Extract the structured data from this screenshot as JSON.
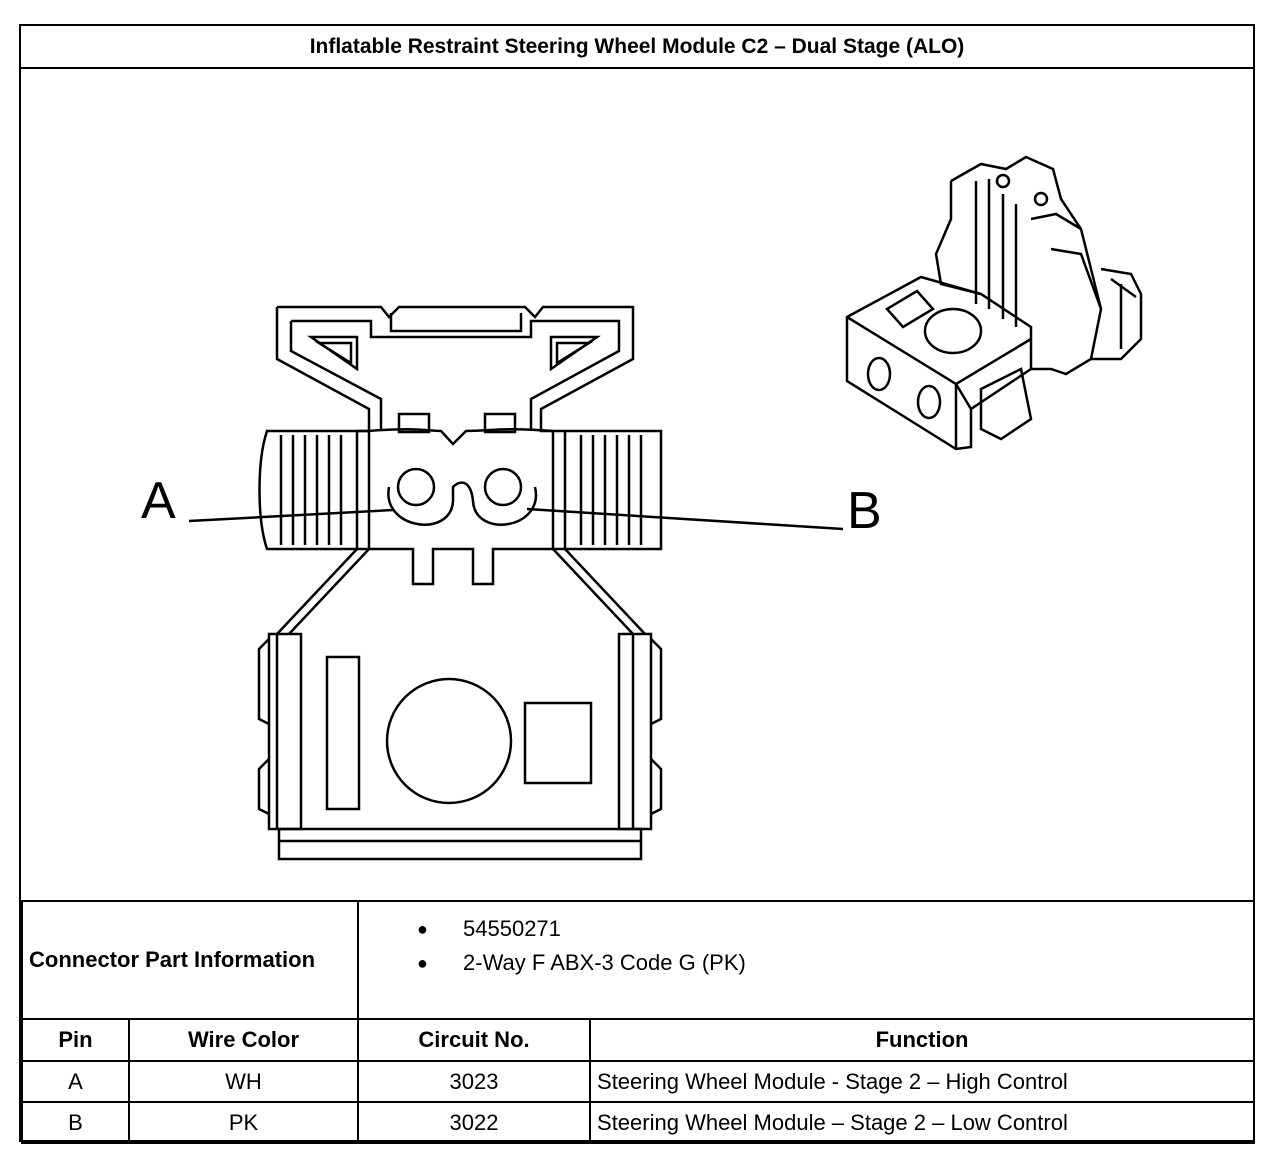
{
  "title": "Inflatable Restraint Steering Wheel Module C2 – Dual Stage (ALO)",
  "pins": {
    "a": "A",
    "b": "B"
  },
  "connector_info": {
    "label": "Connector Part Information",
    "items": [
      "54550271",
      "2-Way F ABX-3 Code G (PK)"
    ]
  },
  "table": {
    "headers": [
      "Pin",
      "Wire Color",
      "Circuit No.",
      "Function"
    ],
    "rows": [
      {
        "pin": "A",
        "wire_color": "WH",
        "circuit": "3023",
        "function": "Steering Wheel Module - Stage 2 – High Control"
      },
      {
        "pin": "B",
        "wire_color": "PK",
        "circuit": "3022",
        "function": "Steering Wheel Module – Stage 2 – Low Control"
      }
    ]
  }
}
